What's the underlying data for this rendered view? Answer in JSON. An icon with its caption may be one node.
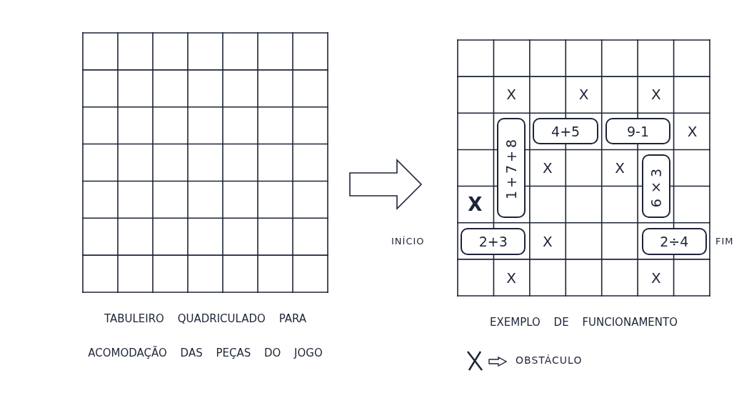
{
  "diagram": {
    "nodes": [
      {
        "text": [
          "TABULEIRO QUADRICULADO PARA ACOMODAÇÃO DAS PEÇAS DO JOGO"
        ]
      },
      {
        "text": [
          "EXEMPLO DE FUNCIONAMENTO"
        ]
      },
      {
        "text": [
          "1+7+8"
        ],
        "in": 1
      },
      {
        "text": [
          "4+5"
        ],
        "in": 1
      },
      {
        "text": [
          "9-1"
        ],
        "in": 1
      },
      {
        "text": [
          "6×3"
        ],
        "in": 1
      },
      {
        "text": [
          "2+3"
        ],
        "in": 1
      },
      {
        "text": [
          "2÷4"
        ],
        "in": 1
      }
    ],
    "edges": [
      {
        "from": 0,
        "to": 1,
        "arrow": "to"
      }
    ],
    "labels": [
      "X",
      "X",
      "X",
      "X",
      "X",
      "X",
      "X",
      "INÍCIO",
      "X",
      "FIM",
      "X",
      "X"
    ],
    "legend": [
      {
        "text": "OBSTÁCULO"
      }
    ]
  }
}
